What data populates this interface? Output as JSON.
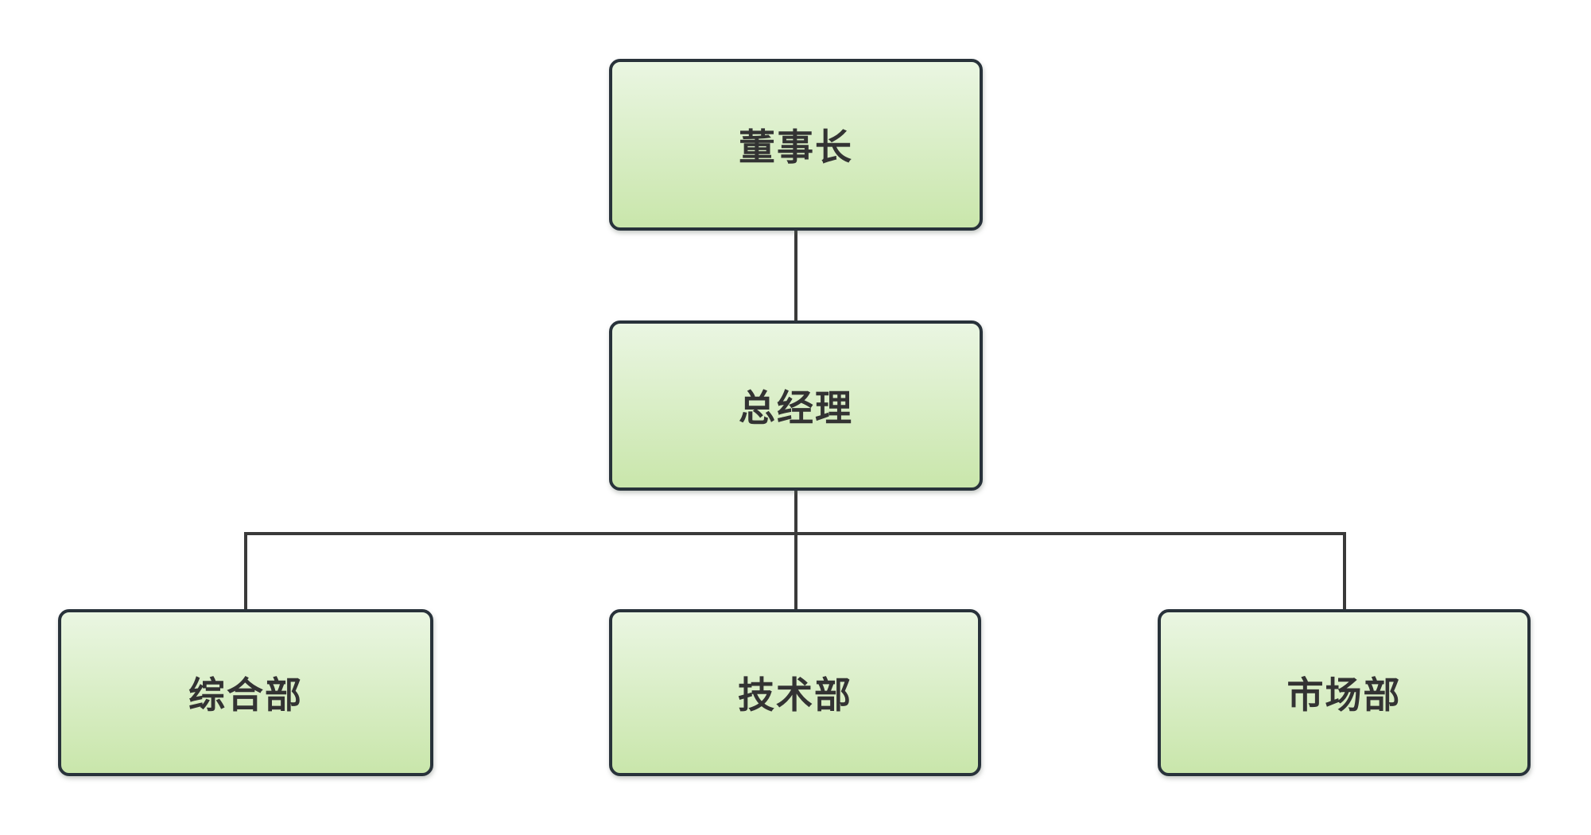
{
  "diagram": {
    "type": "org-chart"
  },
  "nodes": {
    "chairman": {
      "label": "董事长"
    },
    "general_manager": {
      "label": "总经理"
    },
    "dept_general": {
      "label": "综合部"
    },
    "dept_tech": {
      "label": "技术部"
    },
    "dept_market": {
      "label": "市场部"
    }
  },
  "edges": [
    {
      "from": "chairman",
      "to": "general_manager"
    },
    {
      "from": "general_manager",
      "to": "dept_general"
    },
    {
      "from": "general_manager",
      "to": "dept_tech"
    },
    {
      "from": "general_manager",
      "to": "dept_market"
    }
  ],
  "colors": {
    "node_fill_top": "#eaf6e2",
    "node_fill_bottom": "#c9e6ab",
    "node_border": "#28323a",
    "connector": "#3a3a3a",
    "text": "#333333",
    "background": "#ffffff"
  }
}
